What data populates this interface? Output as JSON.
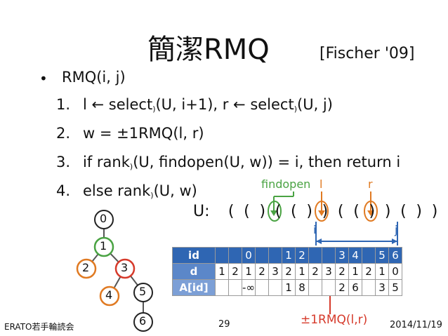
{
  "slide": {
    "title": "簡潔RMQ",
    "citation": "[Fischer '09]",
    "bullet": "RMQ(i, j)",
    "steps": [
      {
        "num": "1.",
        "pre": "l ← select",
        "sub1": ")",
        "mid": "(U, i+1), r ← select",
        "sub2": ")",
        "post": "(U, j)"
      },
      {
        "num": "2.",
        "text": "w = ±1RMQ(l, r)"
      },
      {
        "num": "3.",
        "pre": "if rank",
        "sub1": ")",
        "post": "(U, findopen(U, w)) = i, then return i"
      },
      {
        "num": "4.",
        "pre": "else rank",
        "sub1": ")",
        "post": "(U, w)"
      }
    ],
    "u_label": "U:",
    "u_sequence": [
      "(",
      "(",
      ")",
      "(",
      "(",
      ")",
      ")",
      "(",
      "(",
      ")",
      ")",
      "(",
      ")",
      ")"
    ],
    "annotations": {
      "findopen": "findopen",
      "l": "l",
      "r": "r",
      "i": "i",
      "j": "j",
      "rmq": "±1RMQ(l,r)"
    },
    "tree_nodes": [
      "0",
      "1",
      "2",
      "3",
      "4",
      "5",
      "6"
    ],
    "table": {
      "row_labels": [
        "id",
        "d",
        "A[id]"
      ],
      "id": [
        "",
        "",
        "0",
        "",
        "",
        "1",
        "2",
        "",
        "",
        "3",
        "4",
        "",
        "5",
        "6"
      ],
      "d": [
        "1",
        "2",
        "1",
        "2",
        "3",
        "2",
        "1",
        "2",
        "3",
        "2",
        "1",
        "2",
        "1",
        "0"
      ],
      "A": [
        "",
        "",
        "-∞",
        "",
        "",
        "1",
        "8",
        "",
        "",
        "2",
        "6",
        "",
        "3",
        "5"
      ]
    },
    "footer": {
      "left": "ERATO若手輪読会",
      "page": "29",
      "date": "2014/11/19"
    }
  }
}
